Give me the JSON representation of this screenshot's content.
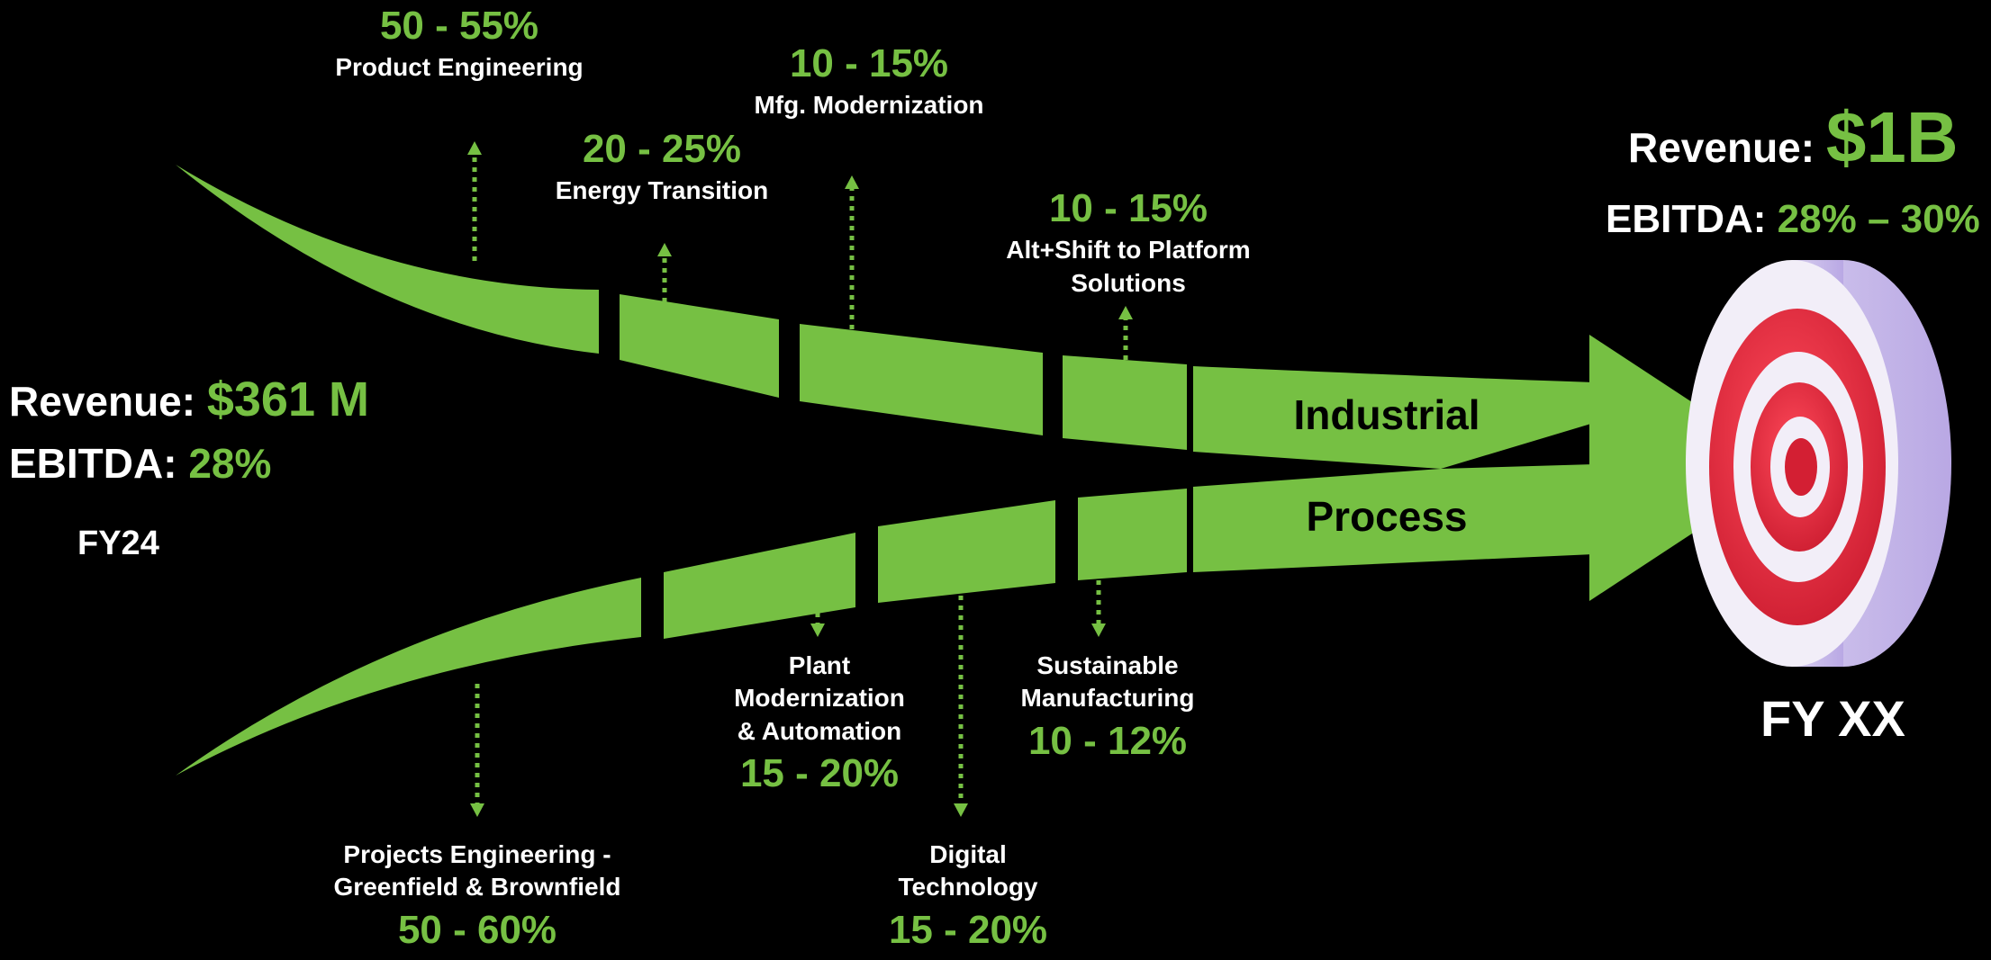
{
  "colors": {
    "background": "#000000",
    "arrow_green": "#76c043",
    "accent_green": "#76c043",
    "text_white": "#ffffff",
    "target_red": "#e02a3c",
    "target_white": "#f2eef8",
    "target_side": "#c8bce8"
  },
  "start": {
    "revenue_label": "Revenue:",
    "revenue_value": "$361 M",
    "ebitda_label": "EBITDA:",
    "ebitda_value": "28%",
    "year": "FY24"
  },
  "target": {
    "revenue_label": "Revenue:",
    "revenue_value": "$1B",
    "ebitda_label": "EBITDA:",
    "ebitda_value": "28% – 30%",
    "year": "FY XX",
    "icon": "bullseye-target-icon"
  },
  "streams": {
    "industrial": "Industrial",
    "process": "Process"
  },
  "industrial_levers": [
    {
      "name": "Product Engineering",
      "pct": "50 - 55%"
    },
    {
      "name": "Energy Transition",
      "pct": "20 - 25%"
    },
    {
      "name": "Mfg. Modernization",
      "pct": "10 - 15%"
    },
    {
      "name_line1": "Alt+Shift to Platform",
      "name_line2": "Solutions",
      "pct": "10 - 15%"
    }
  ],
  "process_levers": [
    {
      "name_line1": "Projects Engineering -",
      "name_line2": "Greenfield & Brownfield",
      "pct": "50 - 60%"
    },
    {
      "name_line1": "Plant",
      "name_line2": "Modernization",
      "name_line3": "& Automation",
      "pct": "15 - 20%"
    },
    {
      "name_line1": "Digital",
      "name_line2": "Technology",
      "pct": "15 - 20%"
    },
    {
      "name_line1": "Sustainable",
      "name_line2": "Manufacturing",
      "pct": "10 - 12%"
    }
  ]
}
